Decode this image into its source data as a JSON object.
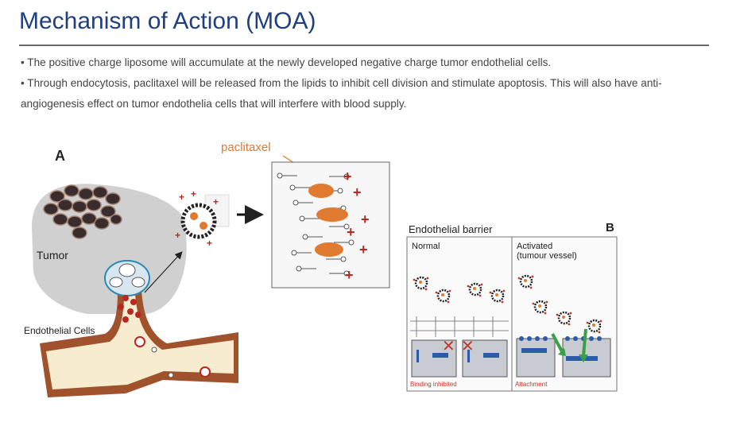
{
  "title": "Mechanism of Action (MOA)",
  "bullets": [
    "• The positive charge liposome will accumulate at the newly developed negative charge tumor endothelial cells.",
    "• Through endocytosis, paclitaxel will be released from the lipids to inhibit cell division and stimulate apoptosis. This will also have anti-angiogenesis effect on tumor endothelia cells that will interfere with blood supply."
  ],
  "figure_a": {
    "panel_label": "A",
    "tumor_label": "Tumor",
    "endothelial_label": "Endothelial Cells",
    "drug_label": "paclitaxel"
  },
  "figure_b": {
    "panel_label": "B",
    "heading": "Endothelial barrier",
    "normal_label": "Normal",
    "activated_label_1": "Activated",
    "activated_label_2": "(tumour vessel)",
    "left_caption": "Binding inhibited",
    "right_caption": "Attachment"
  },
  "colors": {
    "title": "#1f3f7f",
    "orange": "#e07a30",
    "red": "#b8281e",
    "green": "#3aa048",
    "vessel": "#f7ebd0"
  }
}
